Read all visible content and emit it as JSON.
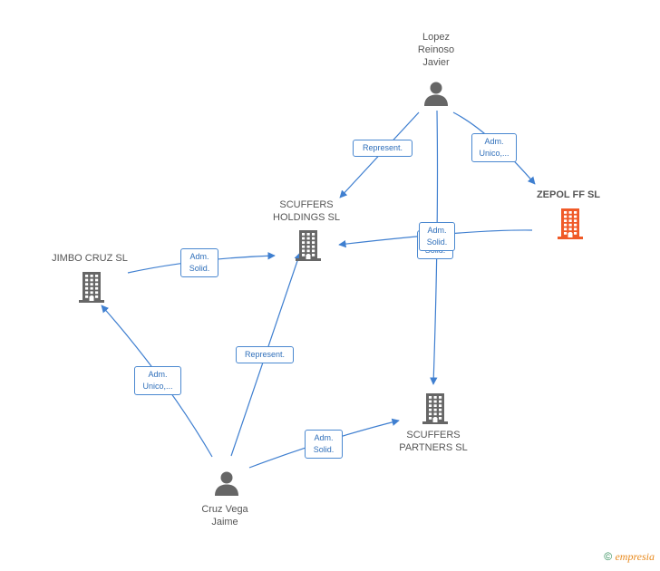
{
  "colors": {
    "edge": "#3f7fd0",
    "person": "#666666",
    "company": "#666666",
    "company_highlight": "#f05a28"
  },
  "nodes": [
    {
      "id": "lopez",
      "type": "person",
      "label": "Lopez\nReinoso\nJavier"
    },
    {
      "id": "zepol",
      "type": "company",
      "label": "ZEPOL FF  SL",
      "highlight": true
    },
    {
      "id": "scuffers_holdings",
      "type": "company",
      "label": "SCUFFERS\nHOLDINGS  SL"
    },
    {
      "id": "jimbo",
      "type": "company",
      "label": "JIMBO CRUZ  SL"
    },
    {
      "id": "scuffers_partners",
      "type": "company",
      "label": "SCUFFERS\nPARTNERS  SL"
    },
    {
      "id": "cruz",
      "type": "person",
      "label": "Cruz Vega\nJaime"
    }
  ],
  "edges": [
    {
      "from": "lopez",
      "to": "scuffers_holdings",
      "label": "Represent."
    },
    {
      "from": "lopez",
      "to": "zepol",
      "label": "Adm.\nUnico,..."
    },
    {
      "from": "lopez",
      "to": "scuffers_partners",
      "label": "Adm.\nSolid."
    },
    {
      "from": "zepol",
      "to": "scuffers_holdings",
      "label": "Adm.\nSolid."
    },
    {
      "from": "jimbo",
      "to": "scuffers_holdings",
      "label": "Adm.\nSolid."
    },
    {
      "from": "cruz",
      "to": "jimbo",
      "label": "Adm.\nUnico,..."
    },
    {
      "from": "cruz",
      "to": "scuffers_holdings",
      "label": "Represent."
    },
    {
      "from": "cruz",
      "to": "scuffers_partners",
      "label": "Adm.\nSolid."
    }
  ],
  "watermark": {
    "symbol": "©",
    "brand": "empresia"
  }
}
